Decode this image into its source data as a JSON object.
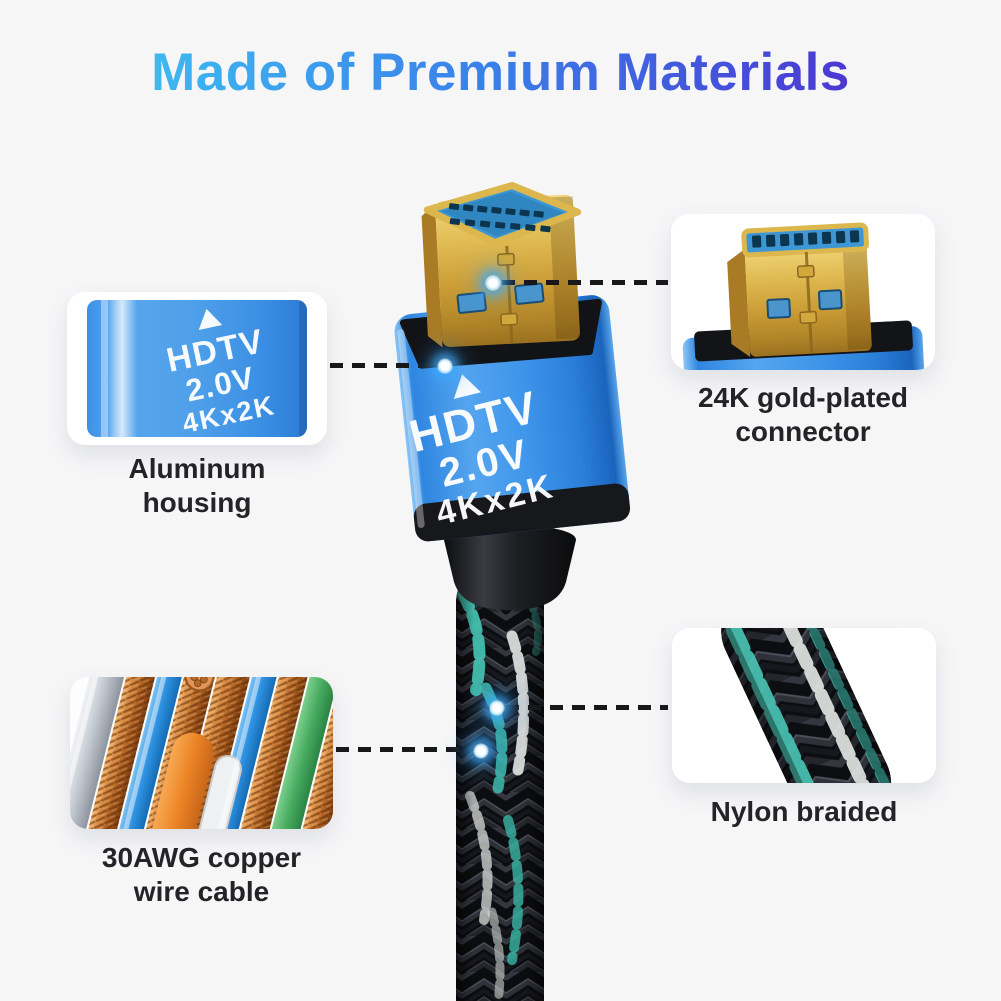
{
  "title": "Made of Premium Materials",
  "product": {
    "housing_marking": {
      "line1": "HDTV",
      "line2": "2.0V",
      "line3": "4Kx2K"
    }
  },
  "callouts": {
    "aluminum": {
      "line1": "Aluminum",
      "line2": "housing"
    },
    "gold": {
      "line1": "24K gold-plated",
      "line2": "connector"
    },
    "copper": {
      "line1": "30AWG copper",
      "line2": "wire cable"
    },
    "nylon": {
      "line1": "Nylon braided",
      "line2": ""
    }
  },
  "icons": {
    "housing_arrow": "up-triangle-icon",
    "connector_point": "glow-dot",
    "leader": "dashed-leader-line"
  },
  "colors": {
    "background": "#f6f6f7",
    "title_gradient_start": "#3ebaf0",
    "title_gradient_mid": "#3a7de9",
    "title_gradient_end": "#4c36d1",
    "housing_blue": "#3f96ea",
    "gold": "#d4a943",
    "plug_top_blue": "#3d97d4",
    "braid_black": "#0c0d10",
    "braid_teal": "#45c2b2",
    "glow_blue": "#3da9fc",
    "label_text": "#232428",
    "leader_line": "#17181a",
    "card_background": "#ffffff"
  }
}
